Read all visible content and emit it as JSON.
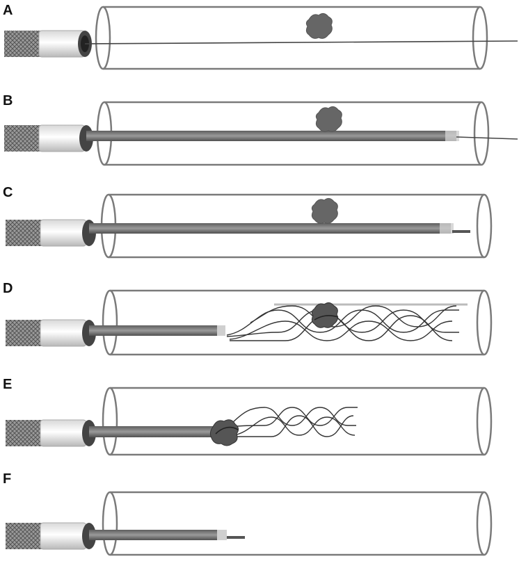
{
  "panels": [
    {
      "label": "A",
      "stage": "guidewire"
    },
    {
      "label": "B",
      "stage": "microcatheter"
    },
    {
      "label": "C",
      "stage": "stent-tip"
    },
    {
      "label": "D",
      "stage": "stent-deployed"
    },
    {
      "label": "E",
      "stage": "stent-retrieval"
    },
    {
      "label": "F",
      "stage": "retracted"
    }
  ],
  "colors": {
    "vessel": "#7a7a7a",
    "catheter": "#6e6e6e",
    "clot": "#5a5a5a",
    "stent": "#333333",
    "braid": "#8c8c8c"
  }
}
